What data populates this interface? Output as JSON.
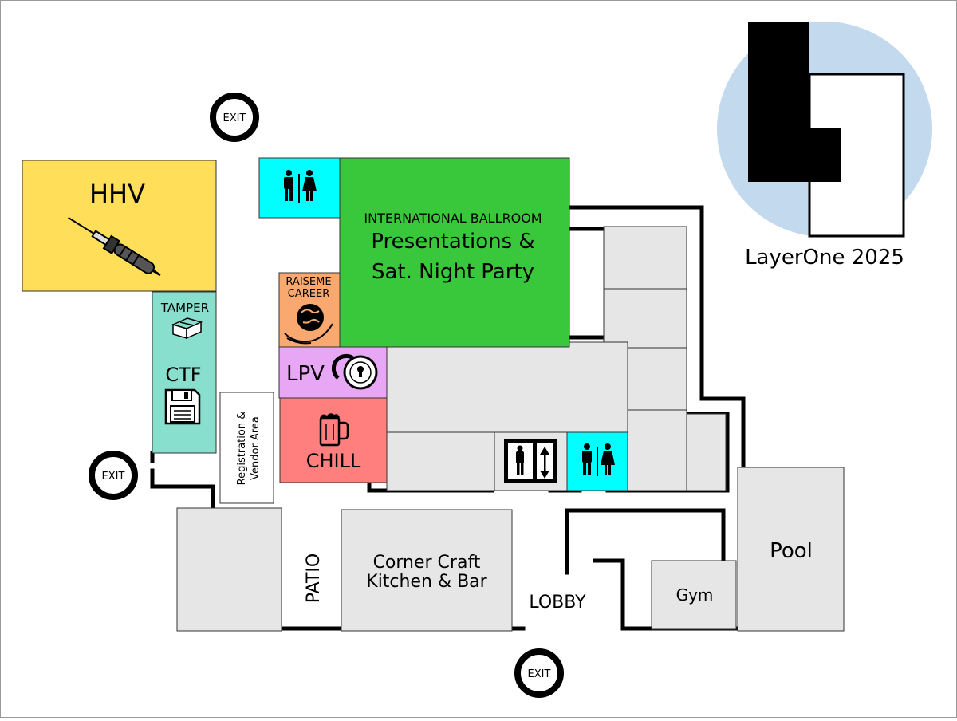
{
  "title": "LayerOne 2025",
  "colors": {
    "hhv": "#ffde59",
    "ctf": "#88dfce",
    "ballroom": "#39c83b",
    "restroom": "#00ffff",
    "raiseme": "#f9a86f",
    "lpv": "#e8a7f5",
    "chill": "#ff7f7f",
    "room": "#e6e6e6",
    "logo_circle": "#c3d9ee"
  },
  "rooms": {
    "hhv": "HHV",
    "tamper": "TAMPER",
    "ctf": "CTF",
    "registration_line1": "Registration &",
    "registration_line2": "Vendor Area",
    "ballroom_heading": "INTERNATIONAL BALLROOM",
    "ballroom_line1": "Presentations &",
    "ballroom_line2": "Sat. Night Party",
    "raiseme_line1": "RAISEME",
    "raiseme_line2": "CAREER",
    "lpv": "LPV",
    "chill": "CHILL",
    "patio": "PATIO",
    "corner_craft_line1": "Corner Craft",
    "corner_craft_line2": "Kitchen & Bar",
    "lobby": "LOBBY",
    "gym": "Gym",
    "pool": "Pool"
  },
  "exits": [
    "EXIT",
    "EXIT",
    "EXIT"
  ],
  "icons": {
    "hhv": "soldering-iron-icon",
    "tamper": "box-icon",
    "ctf": "floppy-disk-icon",
    "raiseme": "globe-in-hand-icon",
    "lpv": "padlock-icon",
    "chill": "beer-mug-icon",
    "restroom": "restroom-icon",
    "elevator": "elevator-icon"
  }
}
